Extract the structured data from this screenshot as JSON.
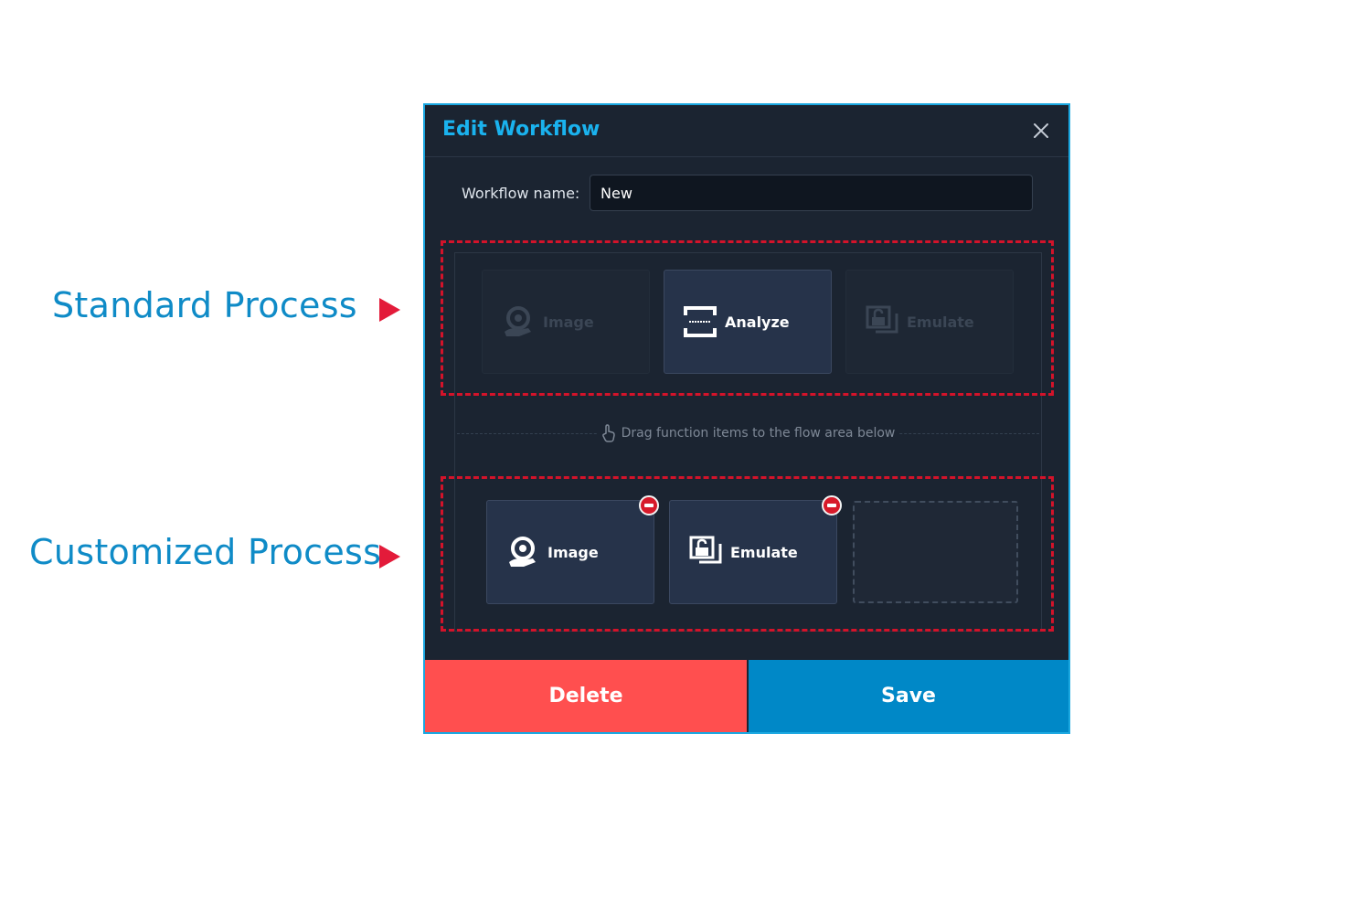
{
  "callouts": {
    "standard": "Standard Process",
    "custom": "Customized Process"
  },
  "colors": {
    "accent": "#1ab2ee",
    "callout_text": "#0f8bc7",
    "highlight": "#d3132a",
    "delete_button": "#ff4f4f",
    "save_button": "#0088c7"
  },
  "dialog": {
    "title": "Edit Workflow",
    "close_icon": "close-icon",
    "name_label": "Workflow name:",
    "name_value": "New",
    "drag_hint": "Drag function items to the flow area below",
    "drag_icon": "hand-pointer-icon",
    "standard_items": [
      {
        "label": "Image",
        "icon": "image-capture-icon",
        "state": "disabled"
      },
      {
        "label": "Analyze",
        "icon": "analyze-scan-icon",
        "state": "enabled"
      },
      {
        "label": "Emulate",
        "icon": "emulate-unlock-icon",
        "state": "disabled"
      }
    ],
    "custom_items": [
      {
        "label": "Image",
        "icon": "image-capture-icon",
        "removable": true
      },
      {
        "label": "Emulate",
        "icon": "emulate-unlock-icon",
        "removable": true
      }
    ],
    "empty_slots": 1,
    "delete_label": "Delete",
    "save_label": "Save"
  }
}
